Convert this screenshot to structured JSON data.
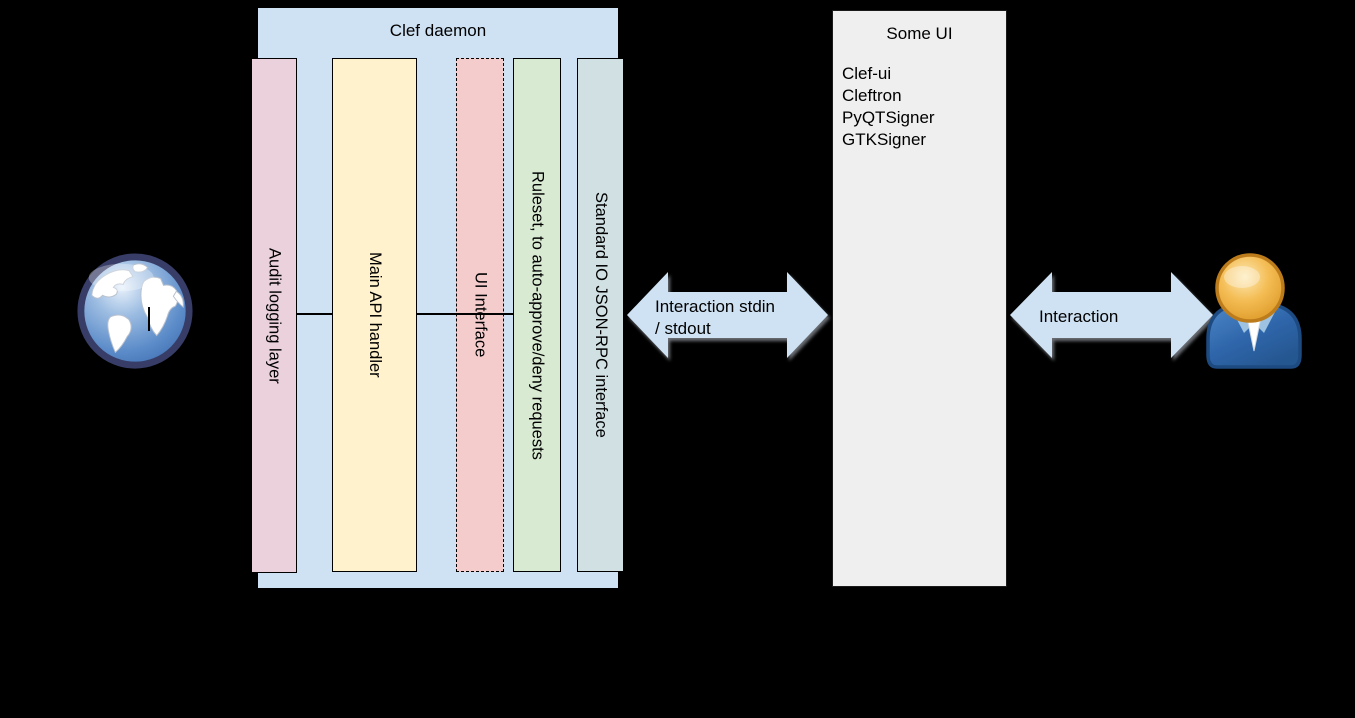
{
  "diagram": {
    "background_color": "#000000",
    "clef_box": {
      "title": "Clef daemon",
      "fill": "#cfe2f3"
    },
    "bars": [
      {
        "label": "Audit logging layer",
        "fill": "#ead1dc",
        "border_style": "solid"
      },
      {
        "label": "Main API handler",
        "fill": "#fff2cc",
        "border_style": "solid"
      },
      {
        "label": "UI Interface",
        "fill": "#f4cccc",
        "border_style": "dashed"
      },
      {
        "label": "Ruleset, to auto-approve/deny requests",
        "fill": "#d9ead3",
        "border_style": "solid"
      },
      {
        "label": "Standard IO JSON-RPC interface",
        "fill": "#d0e0e3",
        "border_style": "solid"
      }
    ],
    "some_ui": {
      "title": "Some UI",
      "fill": "#efefef",
      "items": [
        "Clef-ui",
        "Cleftron",
        "PyQTSigner",
        "GTKSigner"
      ]
    },
    "arrows": [
      {
        "name": "stdio-arrow",
        "fill": "#cfe2f3",
        "lines": [
          "Interaction stdin",
          "/ stdout"
        ]
      },
      {
        "name": "user-arrow",
        "fill": "#cfe2f3",
        "lines": [
          "Interaction"
        ]
      }
    ],
    "icons": {
      "left": "globe-icon",
      "right": "user-icon"
    }
  }
}
